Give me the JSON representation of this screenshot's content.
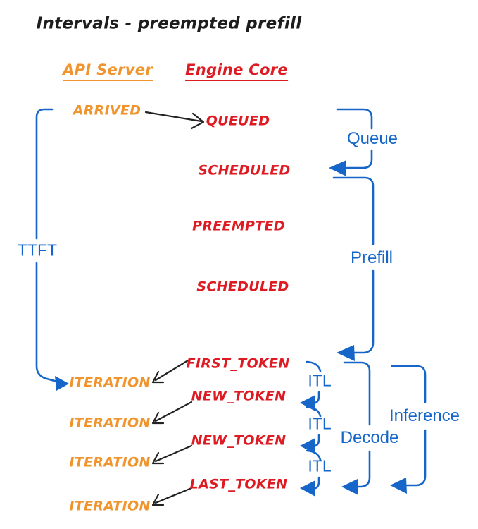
{
  "title": "Intervals - preempted prefill",
  "columns": {
    "api": "API Server",
    "engine": "Engine Core"
  },
  "events": {
    "arrived": "ARRIVED",
    "queued": "QUEUED",
    "scheduled1": "SCHEDULED",
    "preempted": "PREEMPTED",
    "scheduled2": "SCHEDULED",
    "first_token": "FIRST_TOKEN",
    "new_token1": "NEW_TOKEN",
    "new_token2": "NEW_TOKEN",
    "last_token": "LAST_TOKEN",
    "iteration1": "ITERATION",
    "iteration2": "ITERATION",
    "iteration3": "ITERATION",
    "iteration4": "ITERATION"
  },
  "intervals": {
    "ttft": "TTFT",
    "queue": "Queue",
    "prefill": "Prefill",
    "itl1": "ITL",
    "itl2": "ITL",
    "itl3": "ITL",
    "decode": "Decode",
    "inference": "Inference"
  },
  "colors": {
    "ink": "#1d1d1d",
    "api_orange": "#F0952E",
    "engine_red": "#DE1B23",
    "interval_blue": "#1566C8"
  }
}
